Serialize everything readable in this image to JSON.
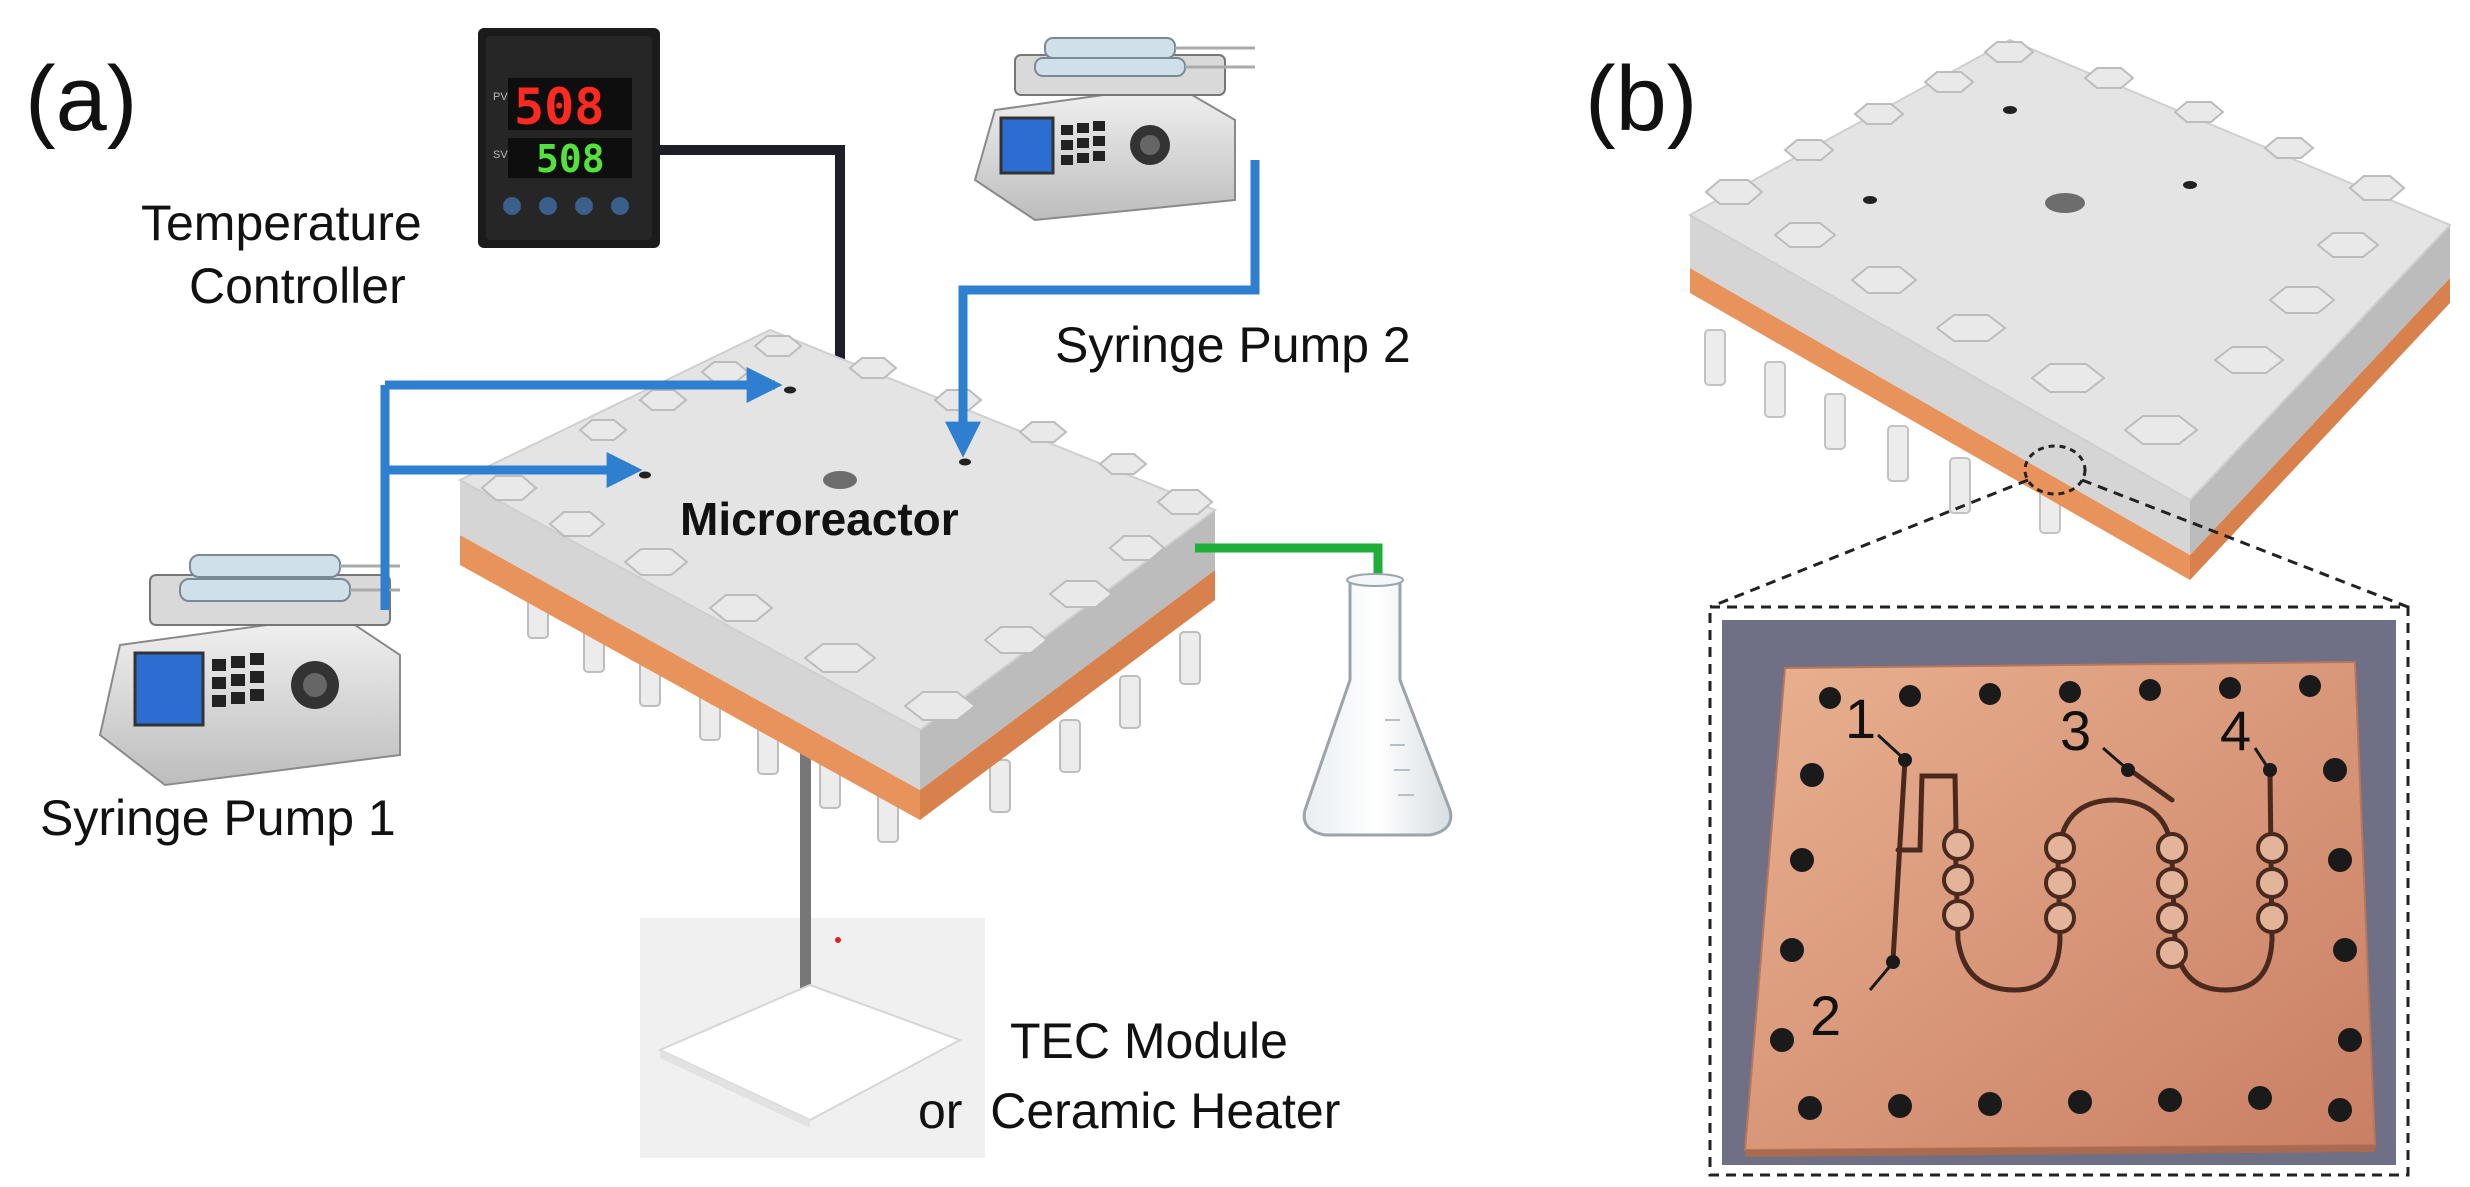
{
  "panel_a": {
    "label": "(a)",
    "temperature_controller": {
      "label_line1": "Temperature",
      "label_line2": "Controller",
      "pv_reading": "508",
      "sv_reading": "508",
      "pv_tag": "PV",
      "sv_tag": "SV"
    },
    "syringe_pump_1": {
      "label": "Syringe Pump 1"
    },
    "syringe_pump_2": {
      "label": "Syringe Pump 2"
    },
    "microreactor": {
      "label": "Microreactor"
    },
    "heater": {
      "label_line1": "TEC Module",
      "label_line2": "or  Ceramic Heater"
    }
  },
  "panel_b": {
    "label": "(b)",
    "port_labels": [
      "1",
      "2",
      "3",
      "4"
    ]
  },
  "colors": {
    "inlet_arrow": "#2f7fd0",
    "outlet_arrow": "#1fae3a",
    "thermocouple_wire": "#1e1e28",
    "plate_top": "#e4e4e4",
    "copper": "#e9935c",
    "copper_photo": "#d99a77",
    "photo_background": "#6f6f86"
  }
}
